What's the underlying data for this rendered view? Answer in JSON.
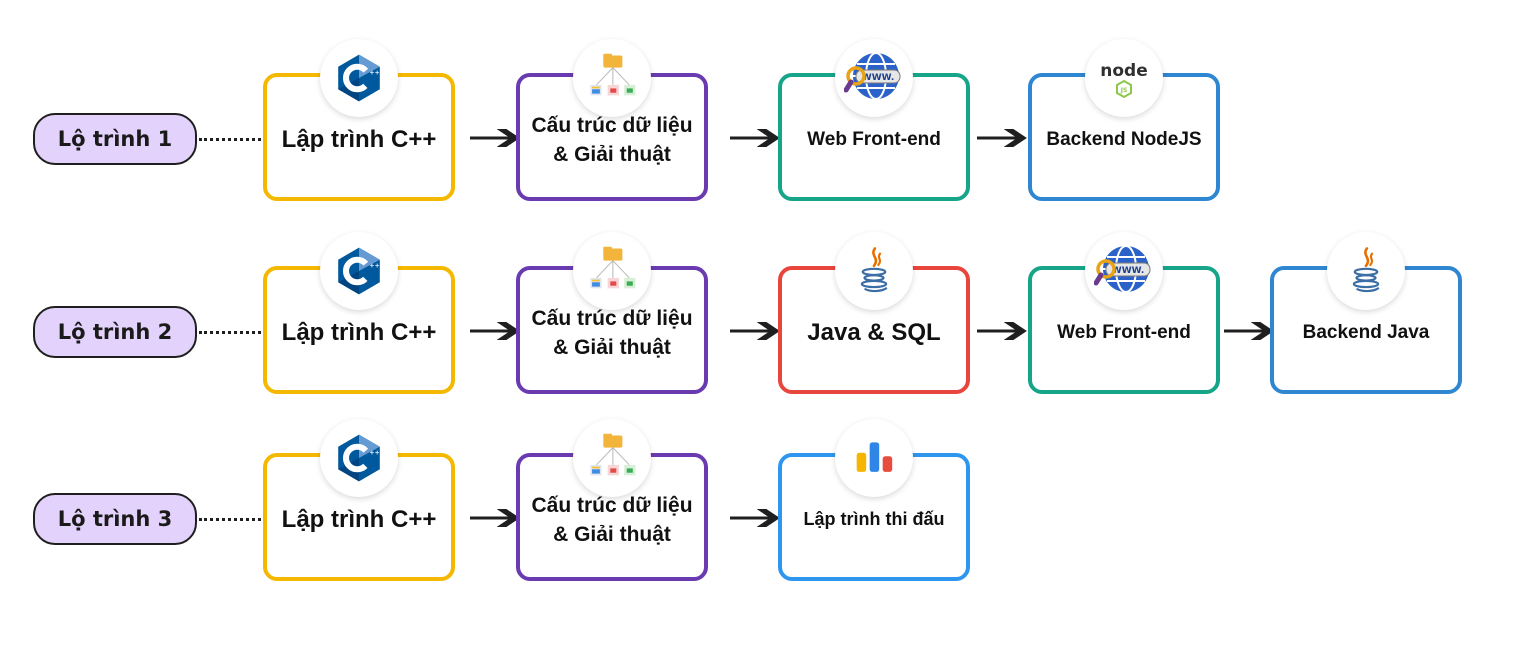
{
  "colors": {
    "cpp": "#f5b800",
    "dsa": "#6a3bb0",
    "web": "#17a589",
    "node": "#2f86d1",
    "java_sql": "#e8453c",
    "backend_java": "#2f86d1",
    "competitive": "#2f96f0",
    "track_label_bg": "#e3d2fb"
  },
  "tracks": [
    {
      "label": "Lộ trình 1",
      "steps": [
        {
          "label": "Lập trình C++",
          "icon": "cpp-icon"
        },
        {
          "label": "Cấu trúc dữ liệu\n& Giải thuật",
          "icon": "data-structure-icon"
        },
        {
          "label": "Web Front-end",
          "icon": "www-globe-icon"
        },
        {
          "label": "Backend NodeJS",
          "icon": "nodejs-icon",
          "icon_text": "node",
          "icon_subtext": "JS"
        }
      ]
    },
    {
      "label": "Lộ trình 2",
      "steps": [
        {
          "label": "Lập trình C++",
          "icon": "cpp-icon"
        },
        {
          "label": "Cấu trúc dữ liệu\n& Giải thuật",
          "icon": "data-structure-icon"
        },
        {
          "label": "Java & SQL",
          "icon": "java-icon"
        },
        {
          "label": "Web Front-end",
          "icon": "www-globe-icon"
        },
        {
          "label": "Backend Java",
          "icon": "java-icon"
        }
      ]
    },
    {
      "label": "Lộ trình 3",
      "steps": [
        {
          "label": "Lập trình C++",
          "icon": "cpp-icon"
        },
        {
          "label": "Cấu trúc dữ liệu\n& Giải thuật",
          "icon": "data-structure-icon"
        },
        {
          "label": "Lập trình thi đấu",
          "icon": "bar-chart-icon"
        }
      ]
    }
  ]
}
